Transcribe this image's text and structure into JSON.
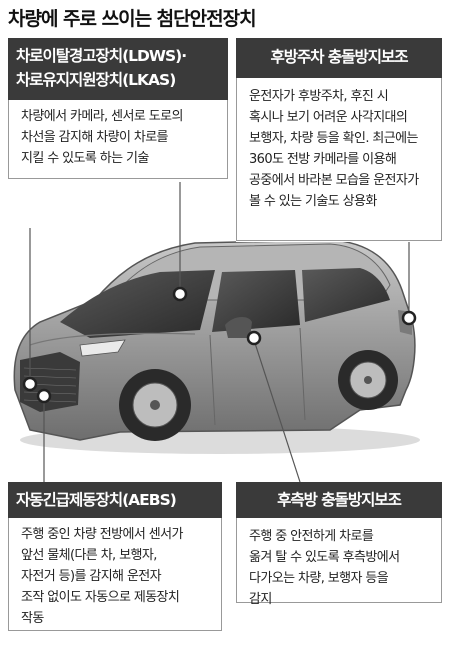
{
  "title": "차량에 주로 쓰이는 첨단안전장치",
  "panels": {
    "lane": {
      "heading_line1": "차로이탈경고장치(LDWS)·",
      "heading_line2": "차로유지지원장치(LKAS)",
      "body_lines": [
        "차량에서 카메라, 센서로 도로의",
        "차선을 감지해 차량이 차로를",
        "지킬 수 있도록 하는 기술"
      ]
    },
    "rear_parking": {
      "heading": "후방주차 충돌방지보조",
      "body_lines": [
        "운전자가 후방주차, 후진 시",
        "혹시나 보기 어려운 사각지대의",
        "보행자, 차량 등을 확인. 최근에는",
        "360도 전방 카메라를 이용해",
        "공중에서 바라본 모습을 운전자가",
        "볼 수 있는 기술도 상용화"
      ]
    },
    "aebs": {
      "heading": "자동긴급제동장치(AEBS)",
      "body_lines": [
        "주행 중인 차량 전방에서 센서가",
        "앞선 물체(다른 차, 보행자,",
        "자전거 등)를 감지해 운전자",
        "조작 없이도 자동으로 제동장치",
        "작동"
      ]
    },
    "rear_side": {
      "heading": "후측방 충돌방지보조",
      "body_lines": [
        "주행 중 안전하게 차로를",
        "옮겨 탈 수 있도록 후측방에서",
        "다가오는 차량, 보행자 등을",
        "감지"
      ]
    }
  },
  "colors": {
    "header_bg": "#3a3a3a",
    "header_text": "#ffffff",
    "car_body": "#9a9a9a",
    "leader_line": "#555555"
  }
}
